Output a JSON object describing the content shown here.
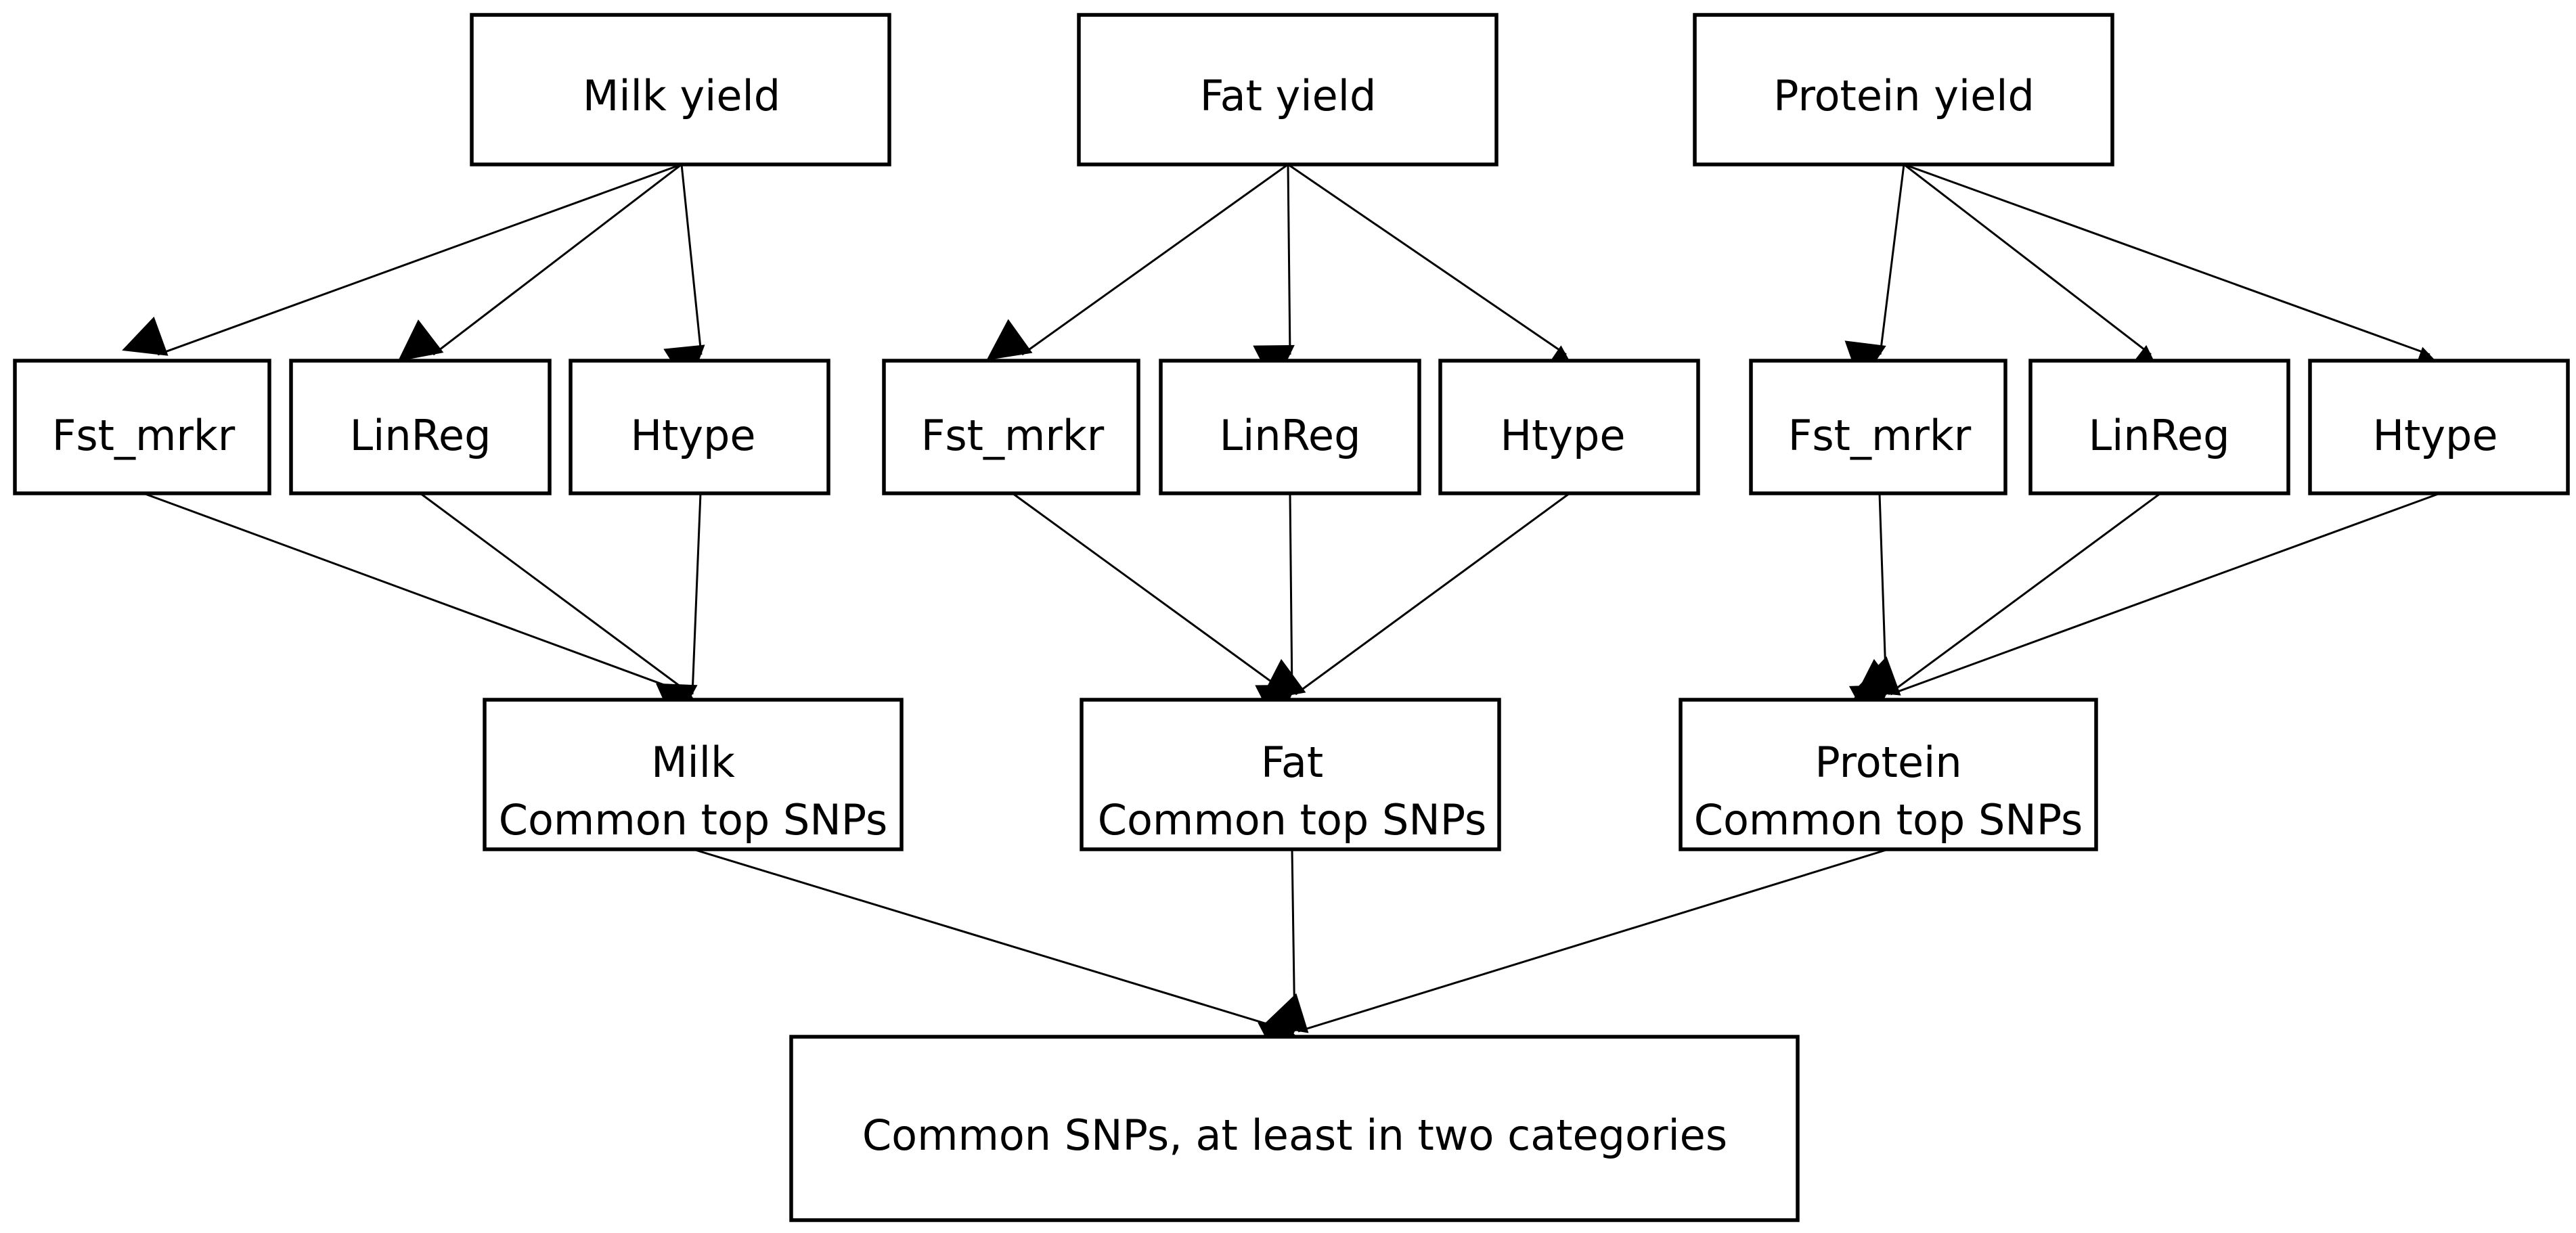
{
  "nodes": {
    "milk_yield": {
      "label": "Milk yield"
    },
    "fat_yield": {
      "label": "Fat yield"
    },
    "protein_yield": {
      "label": "Protein yield"
    },
    "milk_fst": {
      "label": "Fst_mrkr"
    },
    "milk_linreg": {
      "label": "LinReg"
    },
    "milk_htype": {
      "label": "Htype"
    },
    "fat_fst": {
      "label": "Fst_mrkr"
    },
    "fat_linreg": {
      "label": "LinReg"
    },
    "fat_htype": {
      "label": "Htype"
    },
    "protein_fst": {
      "label": "Fst_mrkr"
    },
    "protein_linreg": {
      "label": "LinReg"
    },
    "protein_htype": {
      "label": "Htype"
    },
    "milk_common": {
      "line1": "Milk",
      "line2": "Common top SNPs"
    },
    "fat_common": {
      "line1": "Fat",
      "line2": "Common top SNPs"
    },
    "protein_common": {
      "line1": "Protein",
      "line2": "Common top SNPs"
    },
    "final": {
      "label": "Common SNPs, at least in two categories"
    }
  },
  "edges": [
    {
      "from": "milk_yield",
      "to": "milk_fst"
    },
    {
      "from": "milk_yield",
      "to": "milk_linreg"
    },
    {
      "from": "milk_yield",
      "to": "milk_htype"
    },
    {
      "from": "fat_yield",
      "to": "fat_fst"
    },
    {
      "from": "fat_yield",
      "to": "fat_linreg"
    },
    {
      "from": "fat_yield",
      "to": "fat_htype"
    },
    {
      "from": "protein_yield",
      "to": "protein_fst"
    },
    {
      "from": "protein_yield",
      "to": "protein_linreg"
    },
    {
      "from": "protein_yield",
      "to": "protein_htype"
    },
    {
      "from": "milk_fst",
      "to": "milk_common"
    },
    {
      "from": "milk_linreg",
      "to": "milk_common"
    },
    {
      "from": "milk_htype",
      "to": "milk_common"
    },
    {
      "from": "fat_fst",
      "to": "fat_common"
    },
    {
      "from": "fat_linreg",
      "to": "fat_common"
    },
    {
      "from": "fat_htype",
      "to": "fat_common"
    },
    {
      "from": "protein_fst",
      "to": "protein_common"
    },
    {
      "from": "protein_linreg",
      "to": "protein_common"
    },
    {
      "from": "protein_htype",
      "to": "protein_common"
    },
    {
      "from": "milk_common",
      "to": "final"
    },
    {
      "from": "fat_common",
      "to": "final"
    },
    {
      "from": "protein_common",
      "to": "final"
    }
  ]
}
